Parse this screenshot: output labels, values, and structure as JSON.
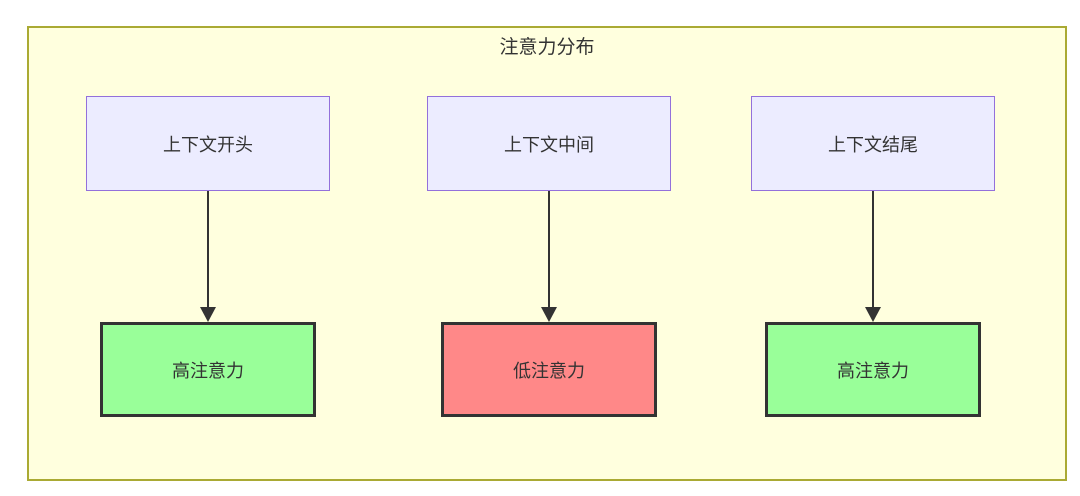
{
  "diagram": {
    "title": "注意力分布",
    "canvas_background": "#ffffff",
    "container": {
      "fill": "#ffffde",
      "border_color": "#aaaa33"
    },
    "edge_color": "#333333",
    "text_color": "#333333",
    "columns": [
      {
        "source": {
          "label": "上下文开头",
          "fill": "#ececff",
          "border_color": "#9370db"
        },
        "arrow": {
          "direction": "down",
          "color": "#333333"
        },
        "target": {
          "label": "高注意力",
          "fill": "#99ff99",
          "border_color": "#333333",
          "status": "high"
        }
      },
      {
        "source": {
          "label": "上下文中间",
          "fill": "#ececff",
          "border_color": "#9370db"
        },
        "arrow": {
          "direction": "down",
          "color": "#333333"
        },
        "target": {
          "label": "低注意力",
          "fill": "#ff8888",
          "border_color": "#333333",
          "status": "low"
        }
      },
      {
        "source": {
          "label": "上下文结尾",
          "fill": "#ececff",
          "border_color": "#9370db"
        },
        "arrow": {
          "direction": "down",
          "color": "#333333"
        },
        "target": {
          "label": "高注意力",
          "fill": "#99ff99",
          "border_color": "#333333",
          "status": "high"
        }
      }
    ]
  }
}
